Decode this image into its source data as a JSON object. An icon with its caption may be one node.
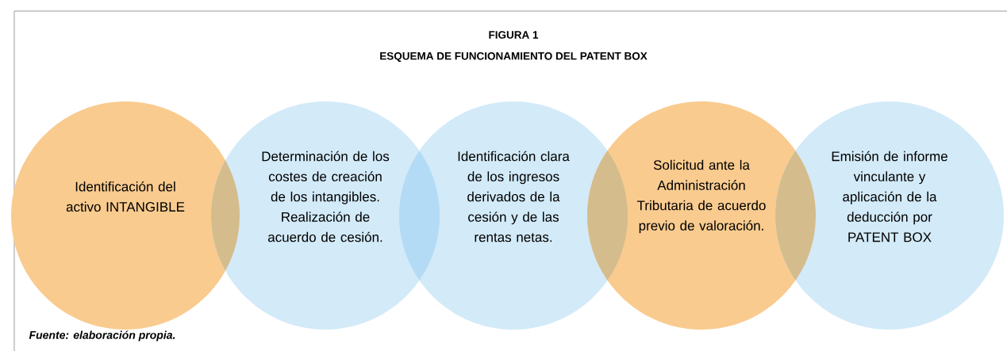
{
  "diagram": {
    "title": "ESQUEMA DE FUNCIONAMIENTO DEL PATENT BOX",
    "caption": "Fuente: elaboración propia.",
    "nodes": [
      {
        "text": [
          "Identificación del activo INTANGIBLE"
        ]
      },
      {
        "text": [
          "Determinación de los costes de creación de los intangibles. Realización de acuerdo de cesión."
        ]
      },
      {
        "text": [
          "Identificación clara de los ingresos derivados de la cesión y de las rentas netas."
        ]
      },
      {
        "text": [
          "Solicitud ante la Administración Tributaria de acuerdo previo de valoración."
        ]
      },
      {
        "text": [
          "Emisión de informe vinculante y aplicación de la deducción por PATENT BOX"
        ]
      }
    ],
    "labels": [
      "FIGURA 1"
    ]
  }
}
